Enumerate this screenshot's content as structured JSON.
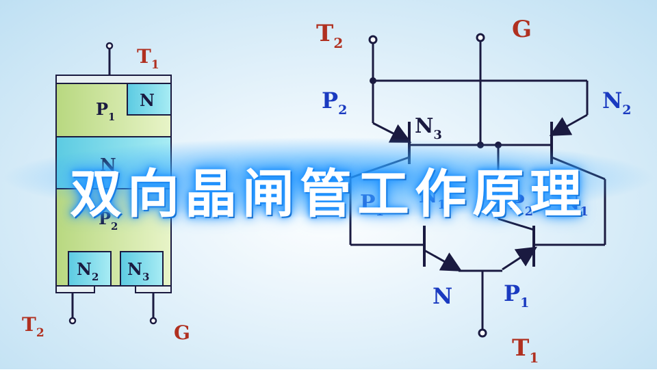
{
  "title": "双向晶闸管工作原理",
  "structure": {
    "terminals": {
      "top": "T",
      "top_sub": "1",
      "bottom_left": "T",
      "bottom_left_sub": "2",
      "bottom_right": "G"
    },
    "layers": {
      "p1": "P",
      "p1_sub": "1",
      "n_top": "N",
      "n_mid": "N",
      "p2": "P",
      "p2_sub": "2",
      "n2": "N",
      "n2_sub": "2",
      "n3": "N",
      "n3_sub": "3"
    }
  },
  "circuit": {
    "terminals": {
      "t2": "T",
      "t2_sub": "2",
      "g": "G",
      "t1": "T",
      "t1_sub": "1"
    },
    "labels": {
      "p2": "P",
      "p2_sub": "2",
      "n3": "N",
      "n3_sub": "3",
      "n2": "N",
      "n2_sub": "2",
      "p1_left": "P",
      "p1_left_sub": "1",
      "n1_left": "N",
      "n1_left_sub": "1",
      "p2_right": "P",
      "p2_right_sub": "2",
      "n1_right": "N",
      "n1_right_sub": "1",
      "n_bottom": "N",
      "p1_bottom": "P",
      "p1_bottom_sub": "1"
    }
  },
  "colors": {
    "red": "#b03020",
    "blue": "#1a3ac0",
    "p_layer": "#cfe6a0",
    "n_layer": "#6fd6e8"
  }
}
